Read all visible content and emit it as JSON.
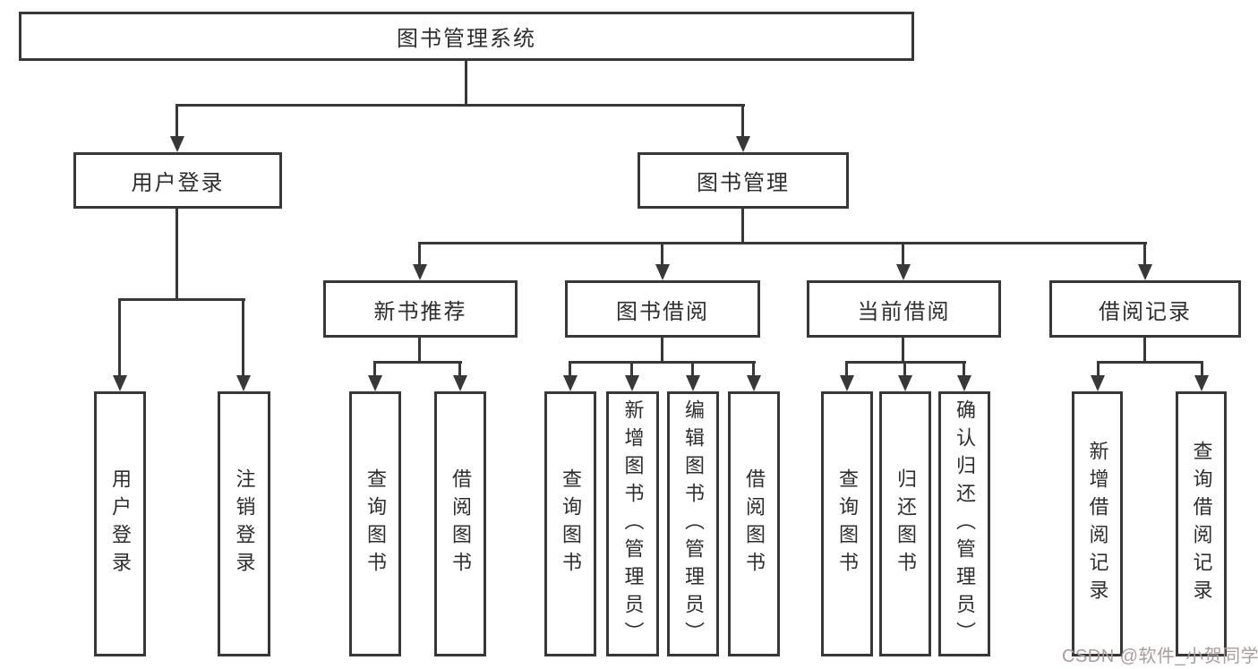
{
  "diagram": {
    "title_node": {
      "label": "图书管理系统"
    },
    "root": {
      "label": "图书管理系统"
    },
    "level2": [
      {
        "label": "用户登录"
      },
      {
        "label": "图书管理"
      }
    ],
    "level3": [
      {
        "label": "新书推荐"
      },
      {
        "label": "图书借阅"
      },
      {
        "label": "当前借阅"
      },
      {
        "label": "借阅记录"
      }
    ],
    "leaves": {
      "user_login": [
        {
          "label": "用户登录"
        },
        {
          "label": "注销登录"
        }
      ],
      "new_book_recommend": [
        {
          "label": "查询图书"
        },
        {
          "label": "借阅图书"
        }
      ],
      "book_borrow": [
        {
          "label": "查询图书"
        },
        {
          "label": "新增图书（管理员）"
        },
        {
          "label": "编辑图书（管理员）"
        },
        {
          "label": "借阅图书"
        }
      ],
      "current_borrow": [
        {
          "label": "查询图书"
        },
        {
          "label": "归还图书"
        },
        {
          "label": "确认归还（管理员）"
        }
      ],
      "borrow_records": [
        {
          "label": "新增借阅记录"
        },
        {
          "label": "查询借阅记录"
        }
      ]
    }
  },
  "watermark": {
    "text": "CSDN @软件_小贺同学"
  },
  "colors": {
    "line": "#383838",
    "text": "#2e2e2e",
    "background": "#ffffff",
    "watermark": "#ab9b9b"
  }
}
